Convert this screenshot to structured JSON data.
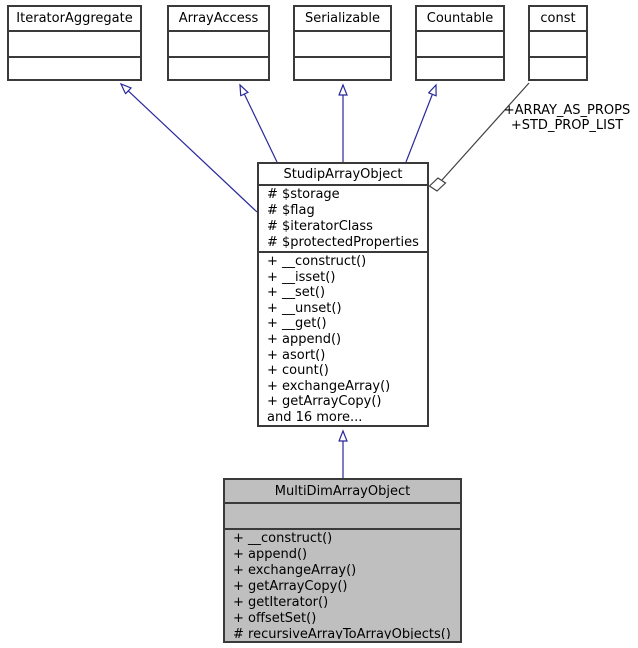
{
  "diagram": {
    "type": "uml-class-inheritance",
    "colors": {
      "inherit_line": "#28289b",
      "usage_line": "#404040",
      "box_border": "#3a3a3a",
      "highlight_fill": "#bfbfbf",
      "background": "#ffffff"
    },
    "interfaces": [
      {
        "title": "IteratorAggregate"
      },
      {
        "title": "ArrayAccess"
      },
      {
        "title": "Serializable"
      },
      {
        "title": "Countable"
      },
      {
        "title": "const"
      }
    ],
    "usage_edge_label": {
      "line1": "+ARRAY_AS_PROPS",
      "line2": "+STD_PROP_LIST"
    },
    "studip": {
      "title": "StudipArrayObject",
      "attributes": [
        "# $storage",
        "# $flag",
        "# $iteratorClass",
        "# $protectedProperties"
      ],
      "methods": [
        "+ __construct()",
        "+ __isset()",
        "+ __set()",
        "+ __unset()",
        "+ __get()",
        "+ append()",
        "+ asort()",
        "+ count()",
        "+ exchangeArray()",
        "+ getArrayCopy()",
        "and 16 more..."
      ]
    },
    "multidim": {
      "title": "MultiDimArrayObject",
      "methods": [
        "+ __construct()",
        "+ append()",
        "+ exchangeArray()",
        "+ getArrayCopy()",
        "+ getIterator()",
        "+ offsetSet()",
        "# recursiveArrayToArrayObjects()"
      ]
    }
  }
}
